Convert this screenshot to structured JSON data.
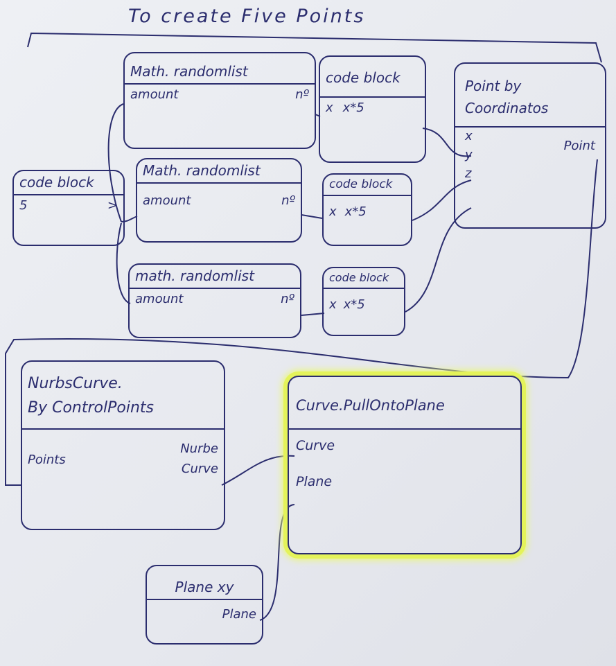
{
  "title": "To create Five Points",
  "colors": {
    "ink": "#2b2d6e",
    "highlight": "#e4f35a",
    "paper": "#e9ebf0"
  },
  "nodes": {
    "code_block_input": {
      "title": "code block",
      "value": "5",
      "output": ">"
    },
    "random_1": {
      "title": "Math. randomlist",
      "input": "amount",
      "output": "nº"
    },
    "random_2": {
      "title": "Math. randomlist",
      "input": "amount",
      "output": "nº"
    },
    "random_3": {
      "title": "math. randomlist",
      "input": "amount",
      "output": "nº"
    },
    "code_1": {
      "title": "code block",
      "input": "x",
      "expr": "x*5"
    },
    "code_2": {
      "title": "code block",
      "input": "x",
      "expr": "x*5"
    },
    "code_3": {
      "title": "code block",
      "input": "x",
      "expr": "x*5"
    },
    "point": {
      "title": "Point by Coordinatos",
      "inputs": [
        "x",
        "y",
        "z"
      ],
      "output": "Point"
    },
    "nurbs": {
      "title_line1": "NurbsCurve.",
      "title_line2": "By ControlPoints",
      "input": "Points",
      "output_line1": "Nurbe",
      "output_line2": "Curve"
    },
    "pull": {
      "title": "Curve.PullOntoPlane",
      "inputs": [
        "Curve",
        "Plane"
      ]
    },
    "plane": {
      "title": "Plane xy",
      "output": "Plane"
    }
  }
}
